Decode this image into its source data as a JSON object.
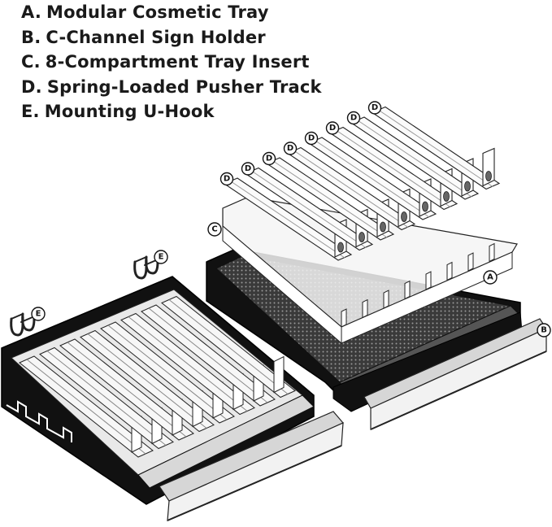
{
  "legend": [
    {
      "letter": "A.",
      "label": "Modular Cosmetic Tray"
    },
    {
      "letter": "B.",
      "label": "C-Channel Sign Holder"
    },
    {
      "letter": "C.",
      "label": "8-Compartment Tray Insert"
    },
    {
      "letter": "D.",
      "label": "Spring-Loaded Pusher Track"
    },
    {
      "letter": "E.",
      "label": "Mounting U-Hook"
    }
  ],
  "callouts": {
    "a": "A",
    "b": "B",
    "c": "C",
    "d": "D",
    "e": "E"
  },
  "colors": {
    "tray": "#111111",
    "part_line": "#222222",
    "sign": "#e8e8e8",
    "mesh": "#2a2a2a"
  }
}
